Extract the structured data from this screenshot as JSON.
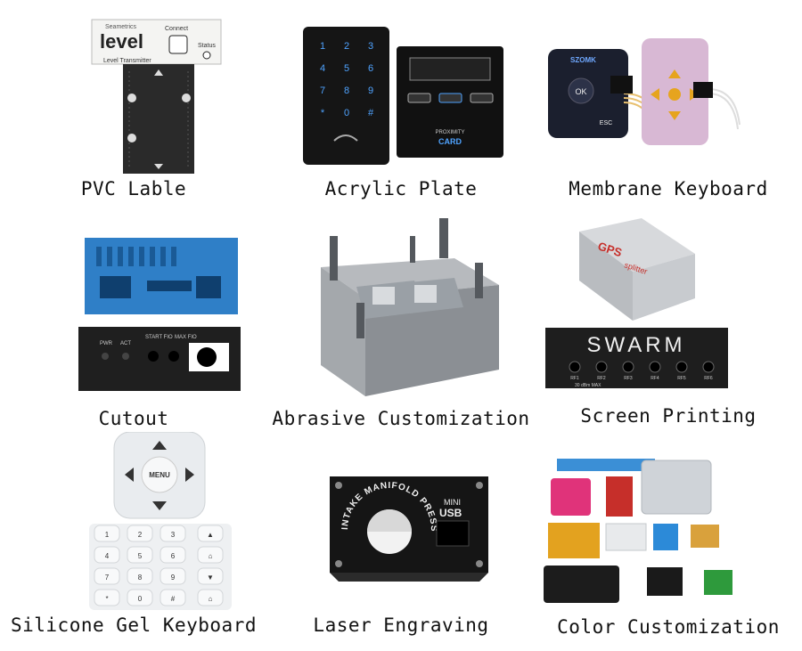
{
  "captions": {
    "pvc": "PVC Lable",
    "acrylic": "Acrylic Plate",
    "membrane": "Membrane Keyboard",
    "cutout": "Cutout",
    "abrasive": "Abrasive Customization",
    "screen": "Screen Printing",
    "silicone": "Silicone Gel Keyboard",
    "laser": "Laser Engraving",
    "color": "Color Customization"
  },
  "pvc_label": {
    "brand_small": "Seametrics",
    "brand": "level",
    "connect": "Connect",
    "status": "Status",
    "subtitle": "Level Transmitter"
  },
  "acrylic": {
    "keys": [
      "1",
      "2",
      "3",
      "4",
      "5",
      "6",
      "7",
      "8",
      "9",
      "*",
      "0",
      "#"
    ],
    "card_small": "PROXIMITY",
    "card": "CARD"
  },
  "membrane": {
    "brand": "SZOMK",
    "ok": "OK",
    "esc": "ESC"
  },
  "cutout": {
    "labels": [
      "PWR",
      "ACT",
      "START FIO",
      "MAX FIO"
    ]
  },
  "screen_printing": {
    "gps": "GPS",
    "gps_sub": "splitter",
    "swarm": "SWARM",
    "ports": [
      "RF1",
      "RF2",
      "RF3",
      "RF4",
      "RF5",
      "RF6"
    ],
    "dbm": "30 dBm MAX"
  },
  "silicone": {
    "menu": "MENU",
    "keys": [
      "1",
      "2",
      "3",
      "▲",
      "4",
      "5",
      "6",
      "⌂",
      "7",
      "8",
      "9",
      "▼",
      "*",
      "0",
      "#",
      "⌂"
    ]
  },
  "laser": {
    "arc_text": "INTAKE MANIFOLD PRESSURE",
    "mini": "MINI",
    "usb": "USB"
  },
  "colors": {
    "blue": "#3b8fd6",
    "pink": "#e0337a",
    "red": "#c62f2a",
    "gold": "#e3a21f",
    "silver": "#cfd3d8",
    "black": "#1c1c1c",
    "green": "#2e9a3c",
    "enclosure_blue": "#2f7fc7",
    "plate_black": "#151515"
  }
}
